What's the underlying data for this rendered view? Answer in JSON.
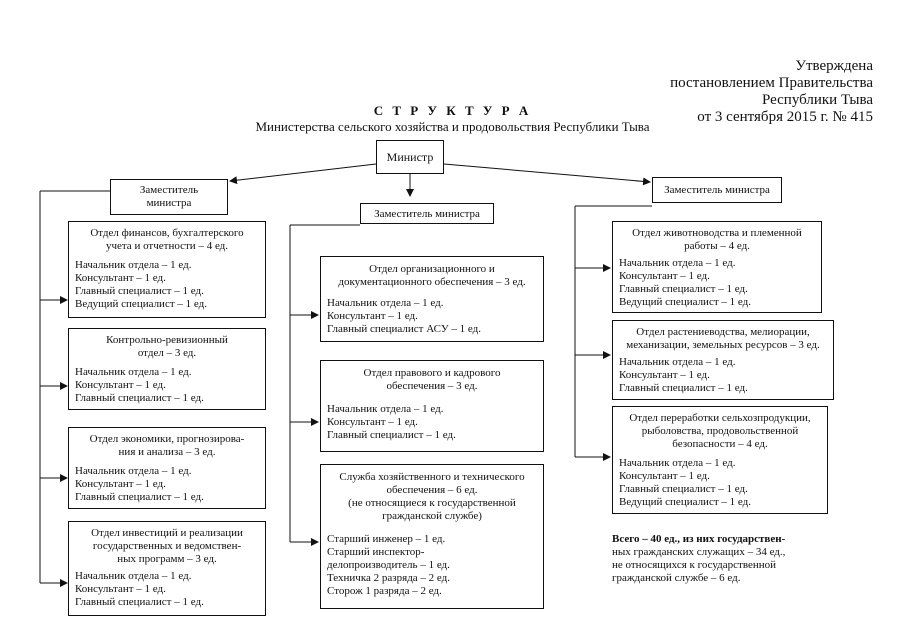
{
  "approval": {
    "line1": "Утверждена",
    "line2": "постановлением Правительства",
    "line3": "Республики Тыва",
    "line4": "от 3 сентября 2015 г. № 415"
  },
  "title": "С Т Р У К Т У Р А",
  "subtitle": "Министерства сельского хозяйства и продовольствия Республики Тыва",
  "minister": "Министр",
  "deputies": {
    "left": [
      "Заместитель",
      "министра"
    ],
    "center": "Заместитель министра",
    "right": "Заместитель министра"
  },
  "departments": [
    {
      "head": [
        "Отдел финансов, бухгалтерского",
        "учета и отчетности – 4 ед."
      ],
      "staff": [
        "Начальник отдела – 1 ед.",
        "Консультант – 1 ед.",
        "Главный специалист – 1 ед.",
        "Ведущий специалист – 1 ед."
      ]
    },
    {
      "head": [
        "Контрольно-ревизионный",
        "отдел – 3 ед."
      ],
      "staff": [
        "Начальник отдела – 1 ед.",
        "Консультант – 1 ед.",
        "Главный специалист – 1 ед."
      ]
    },
    {
      "head": [
        "Отдел экономики, прогнозирова-",
        "ния и анализа – 3 ед."
      ],
      "staff": [
        "Начальник отдела – 1 ед.",
        "Консультант – 1 ед.",
        "Главный специалист – 1 ед."
      ]
    },
    {
      "head": [
        "Отдел инвестиций и реализации",
        "государственных и ведомствен-",
        "ных программ – 3 ед."
      ],
      "staff": [
        "Начальник отдела – 1 ед.",
        "Консультант – 1 ед.",
        "Главный специалист – 1 ед."
      ]
    },
    {
      "head": [
        "Отдел организационного и",
        "документационного обеспечения – 3 ед."
      ],
      "staff": [
        "Начальник отдела – 1 ед.",
        "Консультант – 1 ед.",
        "Главный специалист АСУ – 1 ед."
      ]
    },
    {
      "head": [
        "Отдел правового и кадрового",
        "обеспечения – 3 ед."
      ],
      "staff": [
        "Начальник отдела – 1 ед.",
        "Консультант – 1 ед.",
        "Главный специалист – 1 ед."
      ]
    },
    {
      "head": [
        "Служба хозяйственного и технического",
        "обеспечения – 6 ед.",
        "(не относящиеся к государственной",
        "гражданской службе)"
      ],
      "staff": [
        "Старший инженер – 1 ед.",
        "Старший инспектор-",
        "делопроизводитель – 1 ед.",
        "Техничка 2 разряда – 2 ед.",
        "Сторож 1 разряда – 2 ед."
      ]
    },
    {
      "head": [
        "Отдел животноводства и племенной",
        "работы – 4 ед."
      ],
      "staff": [
        "Начальник отдела – 1 ед.",
        "Консультант – 1 ед.",
        "Главный специалист – 1 ед.",
        "Ведущий специалист – 1 ед."
      ]
    },
    {
      "head": [
        "Отдел растениеводства, мелиорации,",
        "механизации, земельных ресурсов – 3 ед."
      ],
      "staff": [
        "Начальник отдела – 1 ед.",
        "Консультант – 1 ед.",
        "Главный специалист – 1 ед."
      ]
    },
    {
      "head": [
        "Отдел переработки сельхозпродукции,",
        "рыболовства, продовольственной",
        "безопасности – 4 ед."
      ],
      "staff": [
        "Начальник отдела – 1 ед.",
        "Консультант – 1 ед.",
        "Главный специалист – 1 ед.",
        "Ведущий специалист – 1 ед."
      ]
    }
  ],
  "total": [
    "Всего – 40 ед., из них государствен-",
    "ных гражданских служащих – 34 ед.,",
    "не относящихся к государственной",
    "гражданской службе – 6 ед."
  ]
}
